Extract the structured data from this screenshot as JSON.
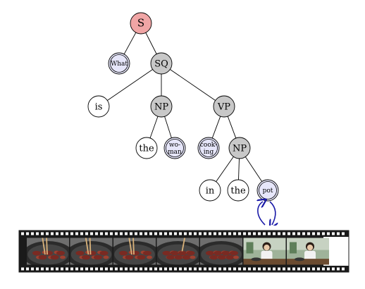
{
  "tree": {
    "nodes": [
      {
        "id": "S",
        "label": "S",
        "style": "root",
        "parent": null
      },
      {
        "id": "What",
        "label": "What",
        "style": "double",
        "parent": "S"
      },
      {
        "id": "SQ",
        "label": "SQ",
        "style": "gray",
        "parent": "S"
      },
      {
        "id": "is",
        "label": "is",
        "style": "plain",
        "parent": "SQ"
      },
      {
        "id": "NP1",
        "label": "NP",
        "style": "gray",
        "parent": "SQ"
      },
      {
        "id": "VP",
        "label": "VP",
        "style": "gray",
        "parent": "SQ"
      },
      {
        "id": "the1",
        "label": "the",
        "style": "plain",
        "parent": "NP1"
      },
      {
        "id": "woman",
        "label": "wo-\nman",
        "style": "double",
        "parent": "NP1"
      },
      {
        "id": "cooking",
        "label": "cook-\ning",
        "style": "double",
        "parent": "VP"
      },
      {
        "id": "NP2",
        "label": "NP",
        "style": "gray",
        "parent": "VP"
      },
      {
        "id": "in",
        "label": "in",
        "style": "plain",
        "parent": "NP2"
      },
      {
        "id": "the2",
        "label": "the",
        "style": "plain",
        "parent": "NP2"
      },
      {
        "id": "pot",
        "label": "pot",
        "style": "double",
        "parent": "NP2"
      }
    ]
  },
  "colors": {
    "root_fill": "#f0a5a5",
    "gray_fill": "#c8c8c8",
    "double_fill": "#e6e6fa",
    "arrow": "#1a1aa8",
    "film": "#1a1a1a"
  },
  "film_strip": {
    "frames": [
      {
        "scene": "wok-chopsticks"
      },
      {
        "scene": "wok-chopsticks"
      },
      {
        "scene": "wok-chopsticks"
      },
      {
        "scene": "wok-meat"
      },
      {
        "scene": "wok-meat"
      },
      {
        "scene": "woman-cooking"
      },
      {
        "scene": "woman-cooking"
      }
    ]
  }
}
